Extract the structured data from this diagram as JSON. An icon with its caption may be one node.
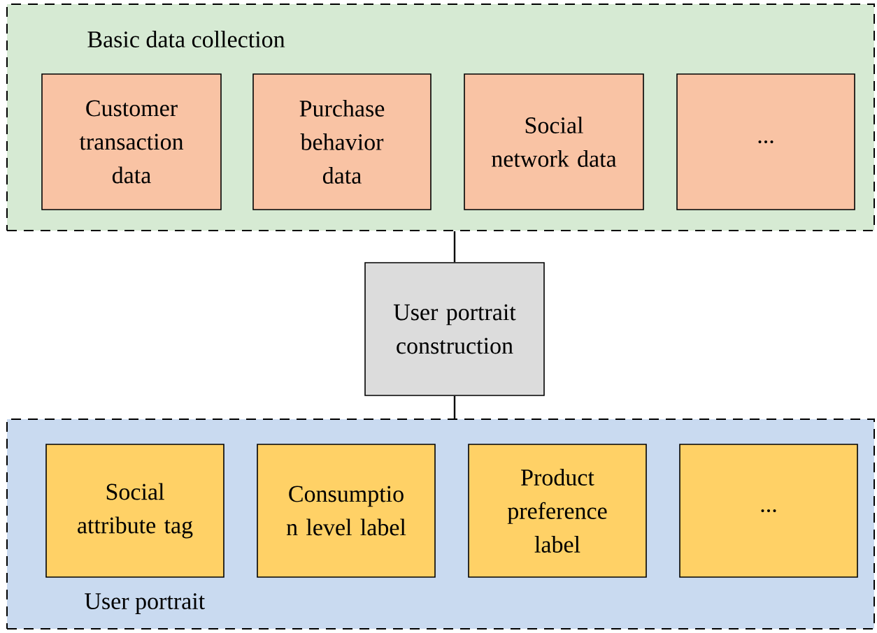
{
  "diagram": {
    "nodes": [
      {
        "text": [
          "Basic data collection"
        ]
      },
      {
        "text": [
          "Customer transaction data"
        ],
        "in": 0
      },
      {
        "text": [
          "Purchase behavior data"
        ],
        "in": 0
      },
      {
        "text": [
          "Social network data"
        ],
        "in": 0
      },
      {
        "text": [
          "..."
        ],
        "in": 0
      },
      {
        "text": [
          "User portrait construction"
        ]
      },
      {
        "text": [
          "User portrait"
        ]
      },
      {
        "text": [
          "Social attribute tag"
        ],
        "in": 6
      },
      {
        "text": [
          "Consumptio n level label"
        ],
        "in": 6
      },
      {
        "text": [
          "Product preference label"
        ],
        "in": 6
      },
      {
        "text": [
          "..."
        ],
        "in": 6
      }
    ],
    "edges": [
      {
        "from": 0,
        "to": 5,
        "arrow": "none"
      },
      {
        "from": 5,
        "to": 6,
        "arrow": "none"
      }
    ]
  }
}
